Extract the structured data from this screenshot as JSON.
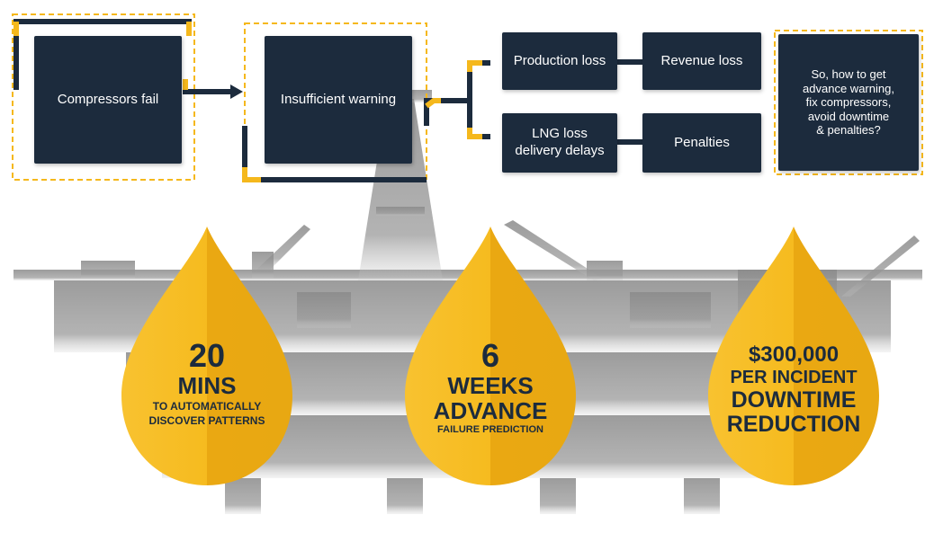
{
  "flow": {
    "compressors_fail": "Compressors fail",
    "insufficient_warning": "Insufficient warning",
    "production_loss": "Production loss",
    "revenue_loss": "Revenue loss",
    "lng_loss_line1": "LNG loss",
    "lng_loss_line2": "delivery delays",
    "penalties": "Penalties",
    "question_line1": "So, how to get",
    "question_line2": "advance warning,",
    "question_line3": "fix compressors,",
    "question_line4": "avoid downtime",
    "question_line5": "& penalties?"
  },
  "drops": [
    {
      "big": "20",
      "mid": "MINS",
      "small1": "TO AUTOMATICALLY",
      "small2": "DISCOVER PATTERNS"
    },
    {
      "big": "6",
      "mid1": "WEEKS",
      "mid2": "ADVANCE",
      "small": "FAILURE PREDICTION"
    },
    {
      "line1": "$300,000",
      "line2": "PER INCIDENT",
      "line3": "DOWNTIME",
      "line4": "REDUCTION"
    }
  ],
  "colors": {
    "navy": "#1c2b3d",
    "gold": "#f5b81c",
    "gold_dark": "#e8a812",
    "rig_gray": "#8a8a8a"
  }
}
